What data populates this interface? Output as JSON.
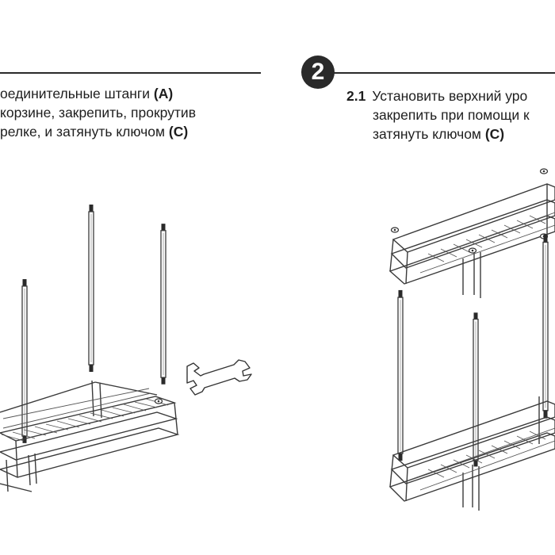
{
  "step1": {
    "line1_text": "оединительные штанги ",
    "line1_ref": "(A)",
    "line2_text": "корзине, закрепить, прокрутив",
    "line3_text": "релке, и затянуть ключом ",
    "line3_ref": "(C)"
  },
  "step2": {
    "badge": "2",
    "number": "2.1",
    "line1_text": "Установить верхний уро",
    "line2_text": "закрепить при помощи к",
    "line3_text": "затянуть ключом ",
    "line3_ref": "(C)"
  }
}
